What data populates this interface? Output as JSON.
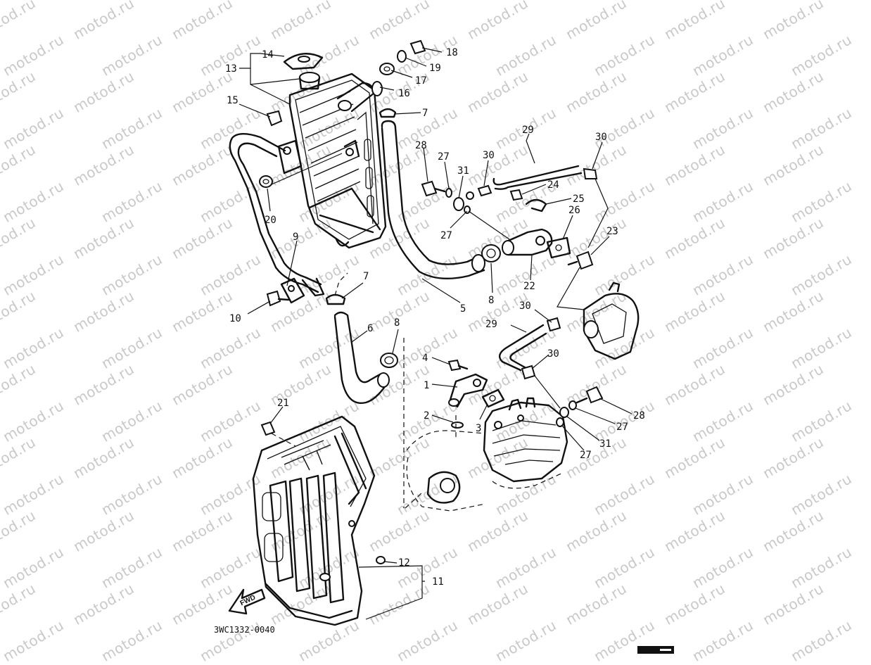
{
  "watermark": "motod.ru",
  "diagram_code": "3WC1332-0040",
  "arrow_text": "FWD",
  "parts": [
    {
      "id": "p1",
      "text": "1"
    },
    {
      "id": "p2",
      "text": "2"
    },
    {
      "id": "p3",
      "text": "3"
    },
    {
      "id": "p4",
      "text": "4"
    },
    {
      "id": "p5",
      "text": "5"
    },
    {
      "id": "p6",
      "text": "6"
    },
    {
      "id": "p7a",
      "text": "7"
    },
    {
      "id": "p7b",
      "text": "7"
    },
    {
      "id": "p8a",
      "text": "8"
    },
    {
      "id": "p8b",
      "text": "8"
    },
    {
      "id": "p9",
      "text": "9"
    },
    {
      "id": "p10",
      "text": "10"
    },
    {
      "id": "p11",
      "text": "11"
    },
    {
      "id": "p12",
      "text": "12"
    },
    {
      "id": "p13",
      "text": "13"
    },
    {
      "id": "p14",
      "text": "14"
    },
    {
      "id": "p15",
      "text": "15"
    },
    {
      "id": "p16",
      "text": "16"
    },
    {
      "id": "p17",
      "text": "17"
    },
    {
      "id": "p18",
      "text": "18"
    },
    {
      "id": "p19",
      "text": "19"
    },
    {
      "id": "p20",
      "text": "20"
    },
    {
      "id": "p21",
      "text": "21"
    },
    {
      "id": "p22",
      "text": "22"
    },
    {
      "id": "p23",
      "text": "23"
    },
    {
      "id": "p24",
      "text": "24"
    },
    {
      "id": "p25",
      "text": "25"
    },
    {
      "id": "p26",
      "text": "26"
    },
    {
      "id": "p27a",
      "text": "27"
    },
    {
      "id": "p27b",
      "text": "27"
    },
    {
      "id": "p27c",
      "text": "27"
    },
    {
      "id": "p27d",
      "text": "27"
    },
    {
      "id": "p28a",
      "text": "28"
    },
    {
      "id": "p28b",
      "text": "28"
    },
    {
      "id": "p29a",
      "text": "29"
    },
    {
      "id": "p29b",
      "text": "29"
    },
    {
      "id": "p30a",
      "text": "30"
    },
    {
      "id": "p30b",
      "text": "30"
    },
    {
      "id": "p30c",
      "text": "30"
    },
    {
      "id": "p30d",
      "text": "30"
    },
    {
      "id": "p31a",
      "text": "31"
    },
    {
      "id": "p31b",
      "text": "31"
    }
  ]
}
